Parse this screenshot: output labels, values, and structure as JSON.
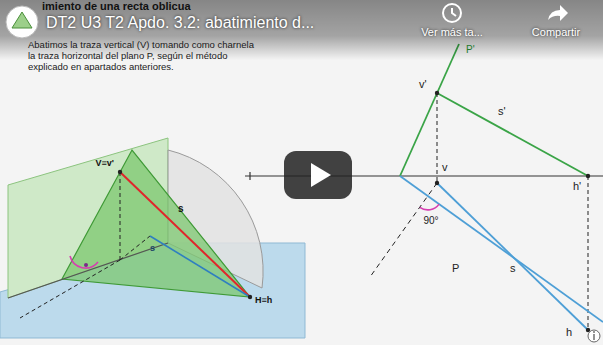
{
  "diagram": {
    "title": "DT2 U3 T2 Apdo. 3.2: abatimiento d...",
    "labels": [
      "imiento de una recta oblicua",
      "Abatimos la traza vertical (V) tomando como charnela la traza horizontal del plano P, según el método explicado en apartados anteriores.",
      "Ver más ta...",
      "Compartir",
      "V≡v'",
      "s",
      "s",
      "H≡h",
      "P'",
      "v'",
      "s'",
      "h'",
      "v",
      "90°",
      "P",
      "s",
      "h"
    ]
  }
}
